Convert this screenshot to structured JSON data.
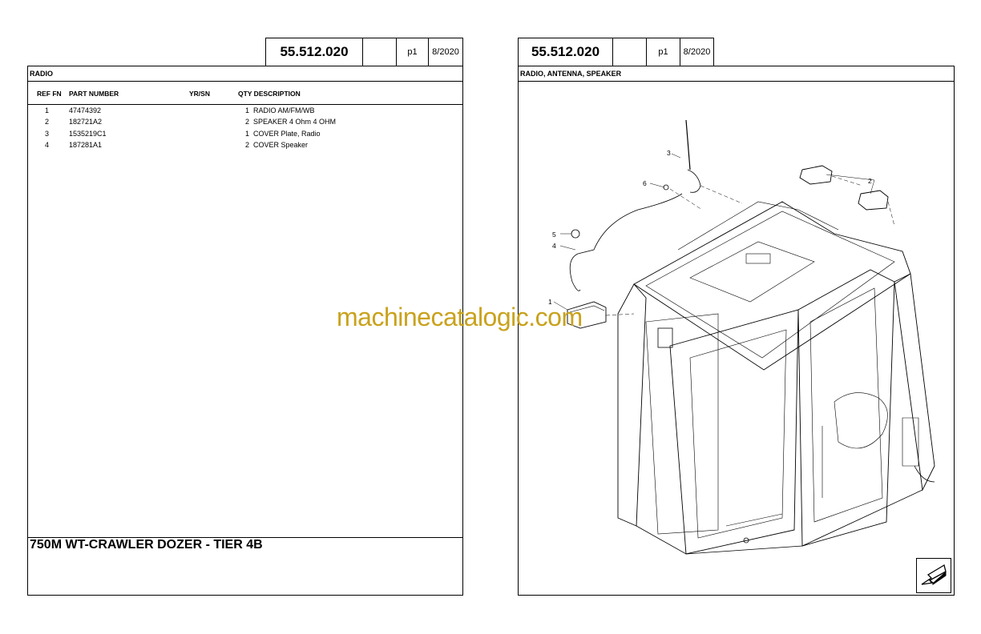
{
  "left_page": {
    "header": {
      "code": "55.512.020",
      "page": "p1",
      "date": "8/2020"
    },
    "section_title": "RADIO",
    "columns": {
      "ref_fn": "REF  FN",
      "part_number": "PART NUMBER",
      "yr_sn": "YR/SN",
      "qty_desc": "QTY  DESCRIPTION"
    },
    "rows": [
      {
        "ref": "1",
        "part": "47474392",
        "qty": "1",
        "desc": "RADIO  AM/FM/WB"
      },
      {
        "ref": "2",
        "part": "182721A2",
        "qty": "2",
        "desc": "SPEAKER 4 Ohm 4 OHM"
      },
      {
        "ref": "3",
        "part": "1535219C1",
        "qty": "1",
        "desc": "COVER  Plate, Radio"
      },
      {
        "ref": "4",
        "part": "187281A1",
        "qty": "2",
        "desc": "COVER  Speaker"
      }
    ],
    "model_title": "750M WT-CRAWLER DOZER - TIER 4B"
  },
  "right_page": {
    "header": {
      "code": "55.512.020",
      "page": "p1",
      "date": "8/2020"
    },
    "section_title": "RADIO, ANTENNA, SPEAKER",
    "callouts": [
      "1",
      "2",
      "3",
      "4",
      "5",
      "6"
    ],
    "nav_icon": "arrow-icon"
  },
  "watermark": "machinecatalogic.com"
}
